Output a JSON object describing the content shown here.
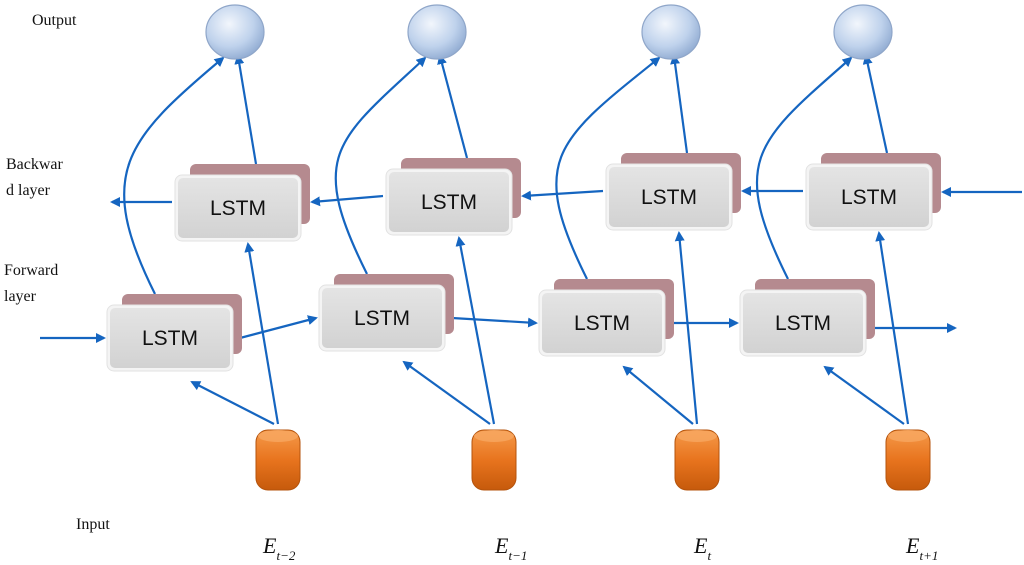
{
  "labels": {
    "output": "Output",
    "backward_layer": [
      "Backwar",
      "d layer"
    ],
    "forward_layer": [
      "Forward",
      "layer"
    ],
    "input": "Input"
  },
  "cell_label": "LSTM",
  "timesteps": [
    {
      "symbol": "E",
      "subscript": "t−2"
    },
    {
      "symbol": "E",
      "subscript": "t−1"
    },
    {
      "symbol": "E",
      "subscript": "t"
    },
    {
      "symbol": "E",
      "subscript": "t+1"
    }
  ],
  "colors": {
    "arrow": "#1565c0",
    "cell_fill": "#dcdcdc",
    "cell_shadow": "#b58a8f",
    "input_node": "#e8741e",
    "output_node": "#b8cde8"
  }
}
